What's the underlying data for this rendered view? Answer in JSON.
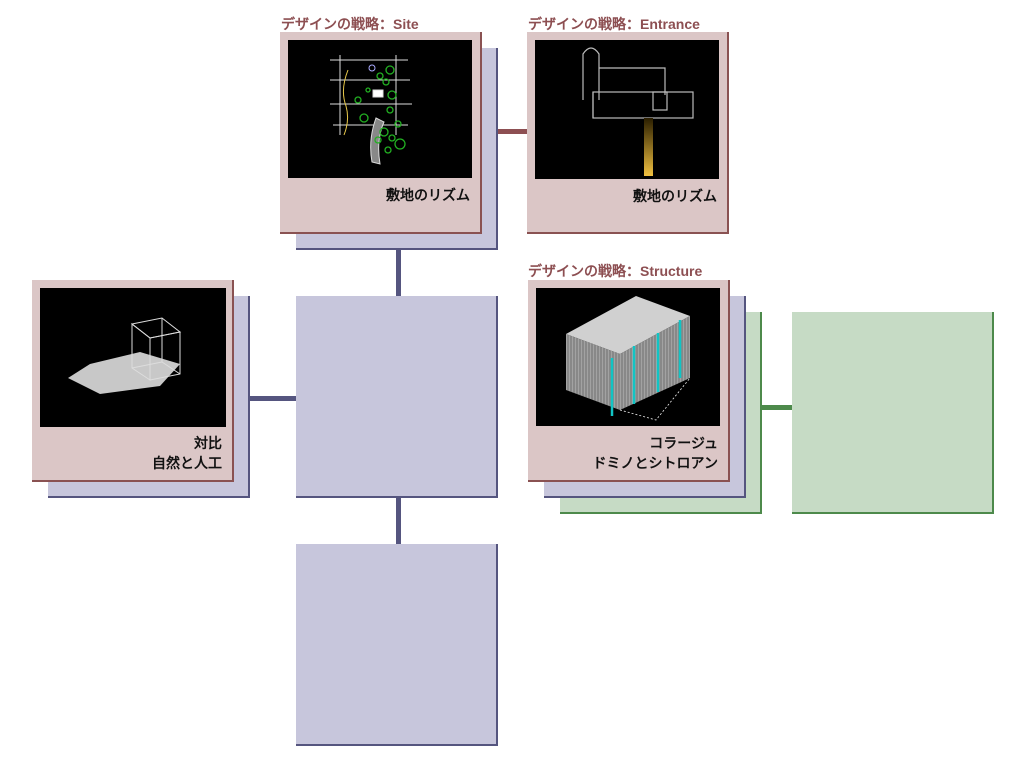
{
  "titles": {
    "site": "デザインの戦略：Site",
    "entrance": "デザインの戦略：Entrance",
    "structure": "デザインの戦略：Structure"
  },
  "cards": {
    "site": {
      "caption": "敷地のリズム"
    },
    "entrance": {
      "caption": "敷地のリズム"
    },
    "contrast": {
      "caption_line1": "対比",
      "caption_line2": "自然と人工"
    },
    "structure": {
      "caption_line1": "コラージュ",
      "caption_line2": "ドミノとシトロアン"
    }
  },
  "colors": {
    "card": "#dbc6c6",
    "card_border": "#8a5252",
    "blue_node": "#c7c6dc",
    "blue_border": "#55557f",
    "green_node": "#c6dbc5",
    "green_border": "#4d8a4b",
    "title_text": "#8d4f52"
  }
}
